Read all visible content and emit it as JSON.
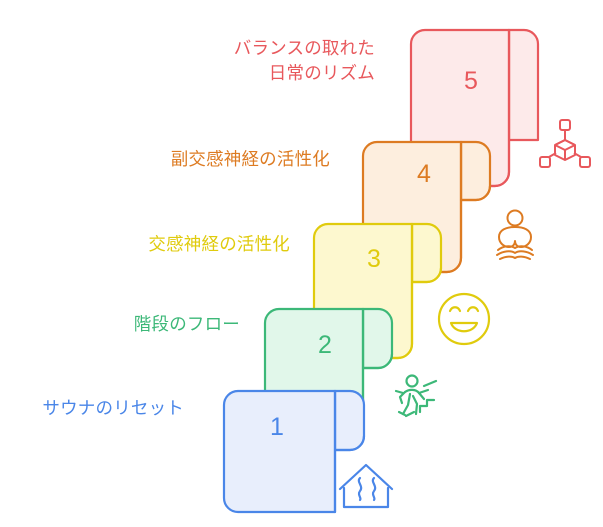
{
  "diagram": {
    "type": "staircase-steps",
    "background_color": "#ffffff",
    "steps": [
      {
        "number": "1",
        "label": "サウナのリセット",
        "color": "#4a86e8",
        "fill": "#e8eefc",
        "icon": "sauna-house-icon"
      },
      {
        "number": "2",
        "label": "階段のフロー",
        "color": "#3cb878",
        "fill": "#e1f7ea",
        "icon": "stair-climber-icon"
      },
      {
        "number": "3",
        "label": "交感神経の活性化",
        "color": "#e0cb0d",
        "fill": "#fdf8cf",
        "icon": "smiling-face-icon"
      },
      {
        "number": "4",
        "label": "副交感神経の活性化",
        "color": "#dd7b22",
        "fill": "#fdeede",
        "icon": "meditation-lotus-icon"
      },
      {
        "number": "5",
        "label": "バランスの取れた\n日常のリズム",
        "color": "#e8585c",
        "fill": "#fdeaea",
        "icon": "molecule-node-icon"
      }
    ]
  }
}
